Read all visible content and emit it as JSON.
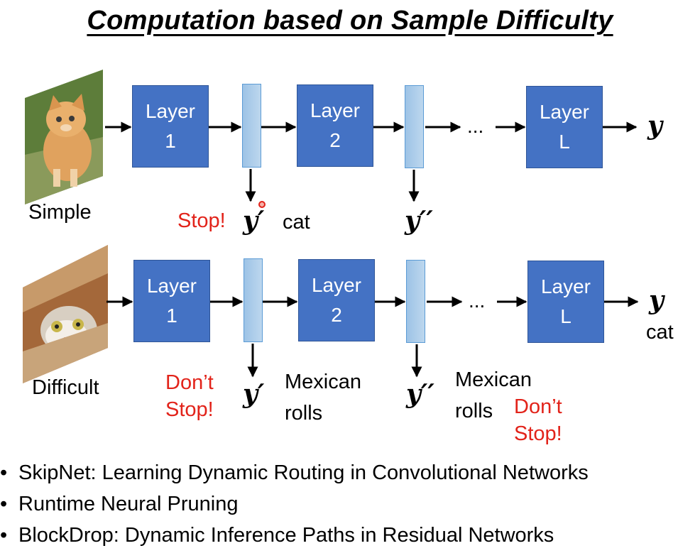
{
  "title": "Computation based on Sample Difficulty",
  "rows": [
    {
      "image_label": "Simple",
      "image_icon": "kitten-photo",
      "layers": [
        {
          "line1": "Layer",
          "line2": "1"
        },
        {
          "line1": "Layer",
          "line2": "2"
        },
        {
          "line1": "Layer",
          "line2": "L"
        }
      ],
      "ellipsis": "...",
      "output": "y",
      "exit1": {
        "symbol": "y",
        "prime": "′",
        "decision": "Stop!",
        "prediction": "cat"
      },
      "exit2": {
        "symbol": "y",
        "prime": "′′"
      }
    },
    {
      "image_label": "Difficult",
      "image_icon": "cat-in-bag-photo",
      "layers": [
        {
          "line1": "Layer",
          "line2": "1"
        },
        {
          "line1": "Layer",
          "line2": "2"
        },
        {
          "line1": "Layer",
          "line2": "L"
        }
      ],
      "ellipsis": "...",
      "output": "y",
      "output_prediction": "cat",
      "exit1": {
        "symbol": "y",
        "prime": "′",
        "decision_line1": "Don’t",
        "decision_line2": "Stop!",
        "prediction_line1": "Mexican",
        "prediction_line2": "rolls"
      },
      "exit2": {
        "symbol": "y",
        "prime": "′′",
        "prediction_line1": "Mexican",
        "prediction_line2": "rolls",
        "decision_line1": "Don’t",
        "decision_line2": "Stop!"
      }
    }
  ],
  "references": [
    "SkipNet: Learning Dynamic Routing in Convolutional Networks",
    "Runtime Neural Pruning",
    "BlockDrop: Dynamic Inference Paths in Residual Networks"
  ],
  "colors": {
    "layer_fill": "#4472c4",
    "exit_fill": "#bdd7ee",
    "stop_text": "#e2231a"
  }
}
